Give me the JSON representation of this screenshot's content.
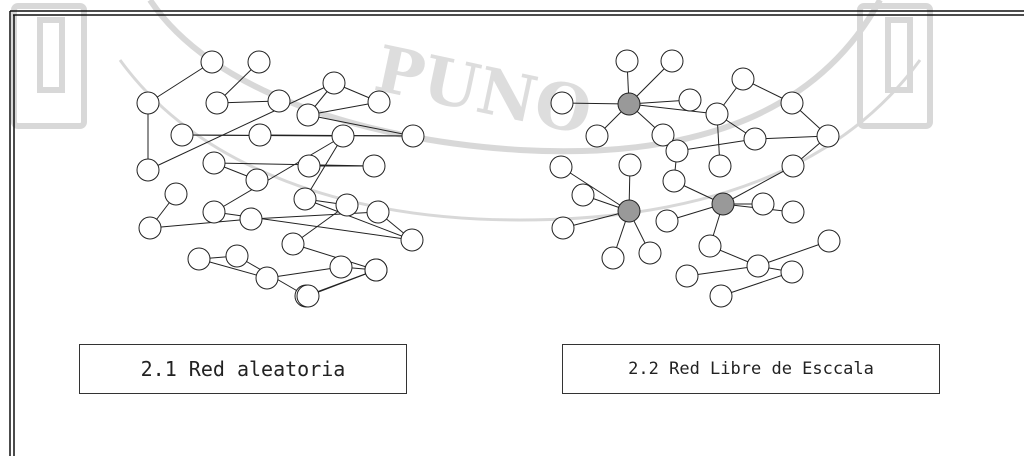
{
  "watermark": {
    "text": "PUNO"
  },
  "figures": [
    {
      "caption": "2.1 Red aleatoria",
      "nodes": [
        {
          "id": "a1"
        },
        {
          "id": "a2"
        },
        {
          "id": "a3"
        },
        {
          "id": "a4"
        },
        {
          "id": "a5"
        },
        {
          "id": "a6"
        },
        {
          "id": "a7"
        },
        {
          "id": "a8"
        },
        {
          "id": "a9"
        },
        {
          "id": "a10"
        },
        {
          "id": "a11"
        },
        {
          "id": "a12"
        },
        {
          "id": "a13"
        },
        {
          "id": "a14"
        },
        {
          "id": "a15"
        },
        {
          "id": "a16"
        },
        {
          "id": "a17"
        },
        {
          "id": "a18"
        },
        {
          "id": "a19"
        },
        {
          "id": "a20"
        },
        {
          "id": "a21"
        },
        {
          "id": "a22"
        },
        {
          "id": "a23"
        },
        {
          "id": "a24"
        },
        {
          "id": "a25"
        },
        {
          "id": "a26"
        },
        {
          "id": "a27"
        },
        {
          "id": "a28"
        },
        {
          "id": "a29"
        },
        {
          "id": "a30"
        },
        {
          "id": "a31"
        },
        {
          "id": "a32"
        },
        {
          "id": "a33"
        },
        {
          "id": "a34"
        }
      ],
      "edges": [
        [
          "a1",
          "a3"
        ],
        [
          "a3",
          "a7"
        ],
        [
          "a2",
          "a4"
        ],
        [
          "a4",
          "a5"
        ],
        [
          "a6",
          "a8"
        ],
        [
          "a6",
          "a9"
        ],
        [
          "a8",
          "a9"
        ],
        [
          "a9",
          "a12"
        ],
        [
          "a12",
          "a11"
        ],
        [
          "a12",
          "a10"
        ],
        [
          "a11",
          "a13"
        ],
        [
          "a13",
          "a19"
        ],
        [
          "a19",
          "a25"
        ],
        [
          "a13",
          "a20"
        ],
        [
          "a20",
          "a21"
        ],
        [
          "a20",
          "a25"
        ],
        [
          "a25",
          "a24"
        ],
        [
          "a26",
          "a21"
        ],
        [
          "a26",
          "a33"
        ],
        [
          "a27",
          "a32"
        ],
        [
          "a28",
          "a27"
        ],
        [
          "a28",
          "a29"
        ],
        [
          "a30",
          "a31"
        ],
        [
          "a30",
          "a29"
        ],
        [
          "a31",
          "a32"
        ],
        [
          "a34",
          "a33"
        ],
        [
          "a14",
          "a17"
        ],
        [
          "a14",
          "a15"
        ],
        [
          "a16",
          "a17"
        ],
        [
          "a22",
          "a23"
        ],
        [
          "a22",
          "a18"
        ],
        [
          "a23",
          "a24"
        ],
        [
          "a7",
          "a6"
        ]
      ]
    },
    {
      "caption": "2.2 Red Libre de Esccala",
      "hub_color": "#999999",
      "nodes": [
        {
          "id": "b1"
        },
        {
          "id": "b2"
        },
        {
          "id": "b3",
          "hub": true
        },
        {
          "id": "b4"
        },
        {
          "id": "b5"
        },
        {
          "id": "b6"
        },
        {
          "id": "b7"
        },
        {
          "id": "b8"
        },
        {
          "id": "b9"
        },
        {
          "id": "b10"
        },
        {
          "id": "b11"
        },
        {
          "id": "b12"
        },
        {
          "id": "b13"
        },
        {
          "id": "b14"
        },
        {
          "id": "b15"
        },
        {
          "id": "b16",
          "hub": true
        },
        {
          "id": "b17"
        },
        {
          "id": "b18"
        },
        {
          "id": "b19"
        },
        {
          "id": "b20"
        },
        {
          "id": "b21"
        },
        {
          "id": "b22",
          "hub": true
        },
        {
          "id": "b23"
        },
        {
          "id": "b24"
        },
        {
          "id": "b25"
        },
        {
          "id": "b26"
        },
        {
          "id": "b27"
        },
        {
          "id": "b28"
        },
        {
          "id": "b29"
        },
        {
          "id": "b30"
        },
        {
          "id": "b31"
        },
        {
          "id": "b32"
        },
        {
          "id": "b33"
        }
      ],
      "edges": [
        [
          "b3",
          "b1"
        ],
        [
          "b3",
          "b2"
        ],
        [
          "b3",
          "b4"
        ],
        [
          "b3",
          "b5"
        ],
        [
          "b3",
          "b6"
        ],
        [
          "b3",
          "b7"
        ],
        [
          "b3",
          "b9"
        ],
        [
          "b9",
          "b8"
        ],
        [
          "b8",
          "b10"
        ],
        [
          "b9",
          "b11"
        ],
        [
          "b9",
          "b14"
        ],
        [
          "b11",
          "b12"
        ],
        [
          "b11",
          "b13"
        ],
        [
          "b12",
          "b19"
        ],
        [
          "b13",
          "b20"
        ],
        [
          "b20",
          "b22"
        ],
        [
          "b19",
          "b22"
        ],
        [
          "b22",
          "b21"
        ],
        [
          "b22",
          "b23"
        ],
        [
          "b22",
          "b25"
        ],
        [
          "b22",
          "b26"
        ],
        [
          "b16",
          "b15"
        ],
        [
          "b16",
          "b17"
        ],
        [
          "b16",
          "b18"
        ],
        [
          "b16",
          "b24"
        ],
        [
          "b16",
          "b27"
        ],
        [
          "b16",
          "b28"
        ],
        [
          "b26",
          "b29"
        ],
        [
          "b29",
          "b30"
        ],
        [
          "b29",
          "b31"
        ],
        [
          "b29",
          "b32"
        ],
        [
          "b31",
          "b33"
        ],
        [
          "b10",
          "b12"
        ]
      ]
    }
  ]
}
